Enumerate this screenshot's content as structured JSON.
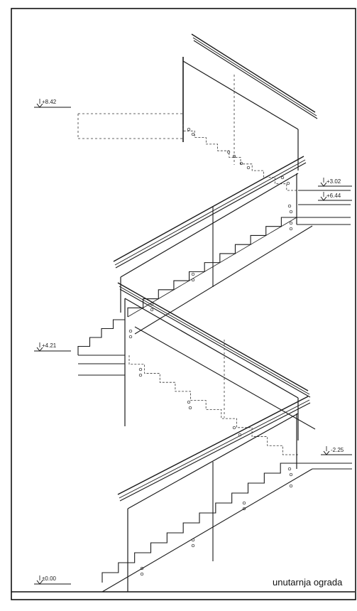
{
  "levels": [
    {
      "id": "l1",
      "label": "+8.42"
    },
    {
      "id": "l2",
      "label": "+3.02"
    },
    {
      "id": "l3",
      "label": "+6.44"
    },
    {
      "id": "l4",
      "label": "+4.21"
    },
    {
      "id": "l5",
      "label": "-2.25"
    },
    {
      "id": "l6",
      "label": "±0.00"
    }
  ],
  "caption": "unutarnja ograda",
  "colors": {
    "line": "#1a1a1a",
    "dashed": "#333333",
    "frame": "#000000"
  }
}
